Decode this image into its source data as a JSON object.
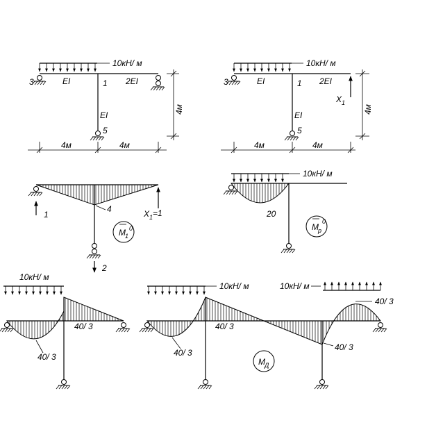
{
  "labels": {
    "load": "10кН/ м",
    "ei": "EI",
    "two_ei": "2EI",
    "node1": "1",
    "node3": "3",
    "node5": "5",
    "span_left": "4м",
    "span_right": "4м",
    "height": "4м",
    "x1": "X",
    "x1_sub": "1",
    "x1_eq": "X",
    "x1_eq_rest": "=1",
    "m1_val": "4",
    "react_left": "1",
    "react_bottom": "2",
    "mp0_val": "20",
    "m_unit": "M",
    "m_unit_sub1": "1",
    "m_unit_sup0": "0",
    "m_p_sub": "p",
    "mp_sub": "Д",
    "v40_3": "40/ 3"
  }
}
